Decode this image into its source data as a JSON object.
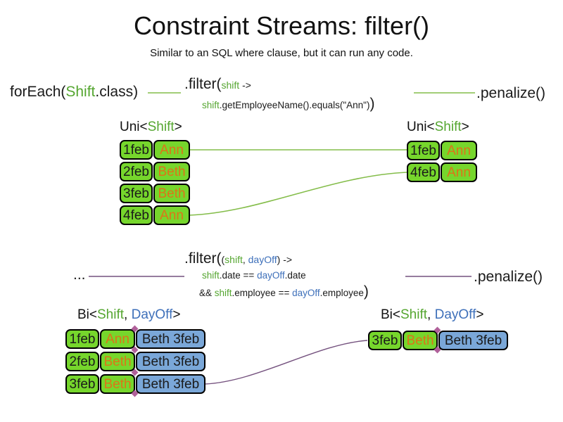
{
  "slide": {
    "title": "Constraint Streams: filter()",
    "subtitle": "Similar to an SQL where clause, but it can run any code."
  },
  "flow1": {
    "source": {
      "pre": "forEach(",
      "type": "Shift",
      "post": ".class)"
    },
    "filter": {
      "open": ".filter(",
      "param": "shift",
      "arrow": " ->",
      "body_param": "shift",
      "body": ".getEmployeeName().equals(\"Ann\")",
      "close": ")"
    },
    "penalize": ".penalize()",
    "left_table": {
      "label": {
        "pre": "Uni<",
        "type": "Shift",
        "post": ">"
      },
      "rows": [
        {
          "date": "1feb",
          "employee": "Ann"
        },
        {
          "date": "2feb",
          "employee": "Beth"
        },
        {
          "date": "3feb",
          "employee": "Beth"
        },
        {
          "date": "4feb",
          "employee": "Ann"
        }
      ]
    },
    "right_table": {
      "label": {
        "pre": "Uni<",
        "type": "Shift",
        "post": ">"
      },
      "rows": [
        {
          "date": "1feb",
          "employee": "Ann"
        },
        {
          "date": "4feb",
          "employee": "Ann"
        }
      ]
    }
  },
  "flow2": {
    "source": "...",
    "filter": {
      "open": ".filter(",
      "paren_open": "(",
      "param1": "shift",
      "comma": ", ",
      "param2": "dayOff",
      "paren_close": ")",
      "arrow": " ->",
      "line2": {
        "p1": "shift",
        "t1": ".date == ",
        "p2": "dayOff",
        "t2": ".date"
      },
      "line3": {
        "t0": "&& ",
        "p1": "shift",
        "t1": ".employee == ",
        "p2": "dayOff",
        "t2": ".employee",
        "close": ")"
      }
    },
    "penalize": ".penalize()",
    "left_table": {
      "label": {
        "pre": "Bi<",
        "type1": "Shift",
        "comma": ", ",
        "type2": "DayOff",
        "post": ">"
      },
      "rows": [
        {
          "date": "1feb",
          "employee": "Ann",
          "dayoff": "Beth 3feb"
        },
        {
          "date": "2feb",
          "employee": "Beth",
          "dayoff": "Beth 3feb"
        },
        {
          "date": "3feb",
          "employee": "Beth",
          "dayoff": "Beth 3feb"
        }
      ]
    },
    "right_table": {
      "label": {
        "pre": "Bi<",
        "type1": "Shift",
        "comma": ", ",
        "type2": "DayOff",
        "post": ">"
      },
      "rows": [
        {
          "date": "3feb",
          "employee": "Beth",
          "dayoff": "Beth 3feb"
        }
      ]
    }
  },
  "colors": {
    "shift_green_text": "#55a630",
    "dayoff_blue_text": "#3e70ba",
    "employee_orange_text": "#dd7418",
    "shift_cell_green": "#76d62c",
    "dayoff_cell_blue": "#7aa7d8",
    "connector_green": "#84bd4a",
    "connector_purple": "#74517e",
    "junction_diamond_pink": "#b0609a"
  }
}
